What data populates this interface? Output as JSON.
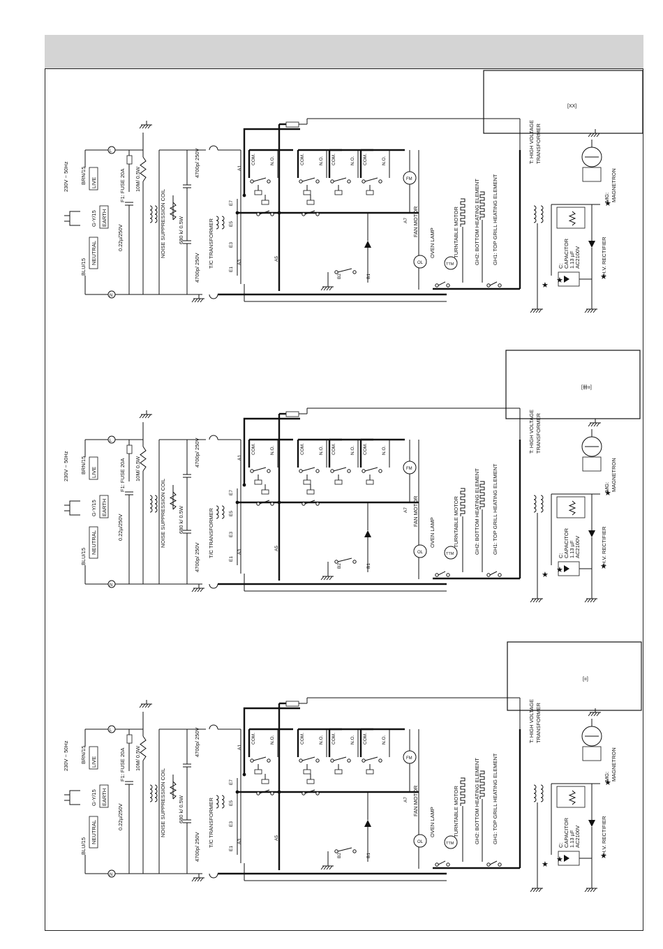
{
  "header": {
    "title": ""
  },
  "legends": [
    {
      "symbol": "[XX]"
    },
    {
      "symbol": "[卌ıı]"
    },
    {
      "symbol": "[ıı]"
    }
  ],
  "diagram": {
    "supply": "230V ~ 50Hz",
    "wire_brown": "BRN/15",
    "wire_blue": "BLU/15",
    "wire_earth": "G-Y/15",
    "live": "LIVE",
    "neutral": "NEUTRAL",
    "earth": "EARTH",
    "terminal_l": "L",
    "terminal_n": "N",
    "fuse": "F1: FUSE 20A",
    "resistor": "10M/ 0.5W",
    "cap_x": "0.22µ/250V",
    "noise_coil": "NOISE SUPPRESSION COIL",
    "resistor2": "680 k/ 0.5W",
    "cap_y1": "4700p/ 250V",
    "cap_y2": "4700p/ 250V",
    "tc_transformer": "T/C TRANSFORMER",
    "com": "COM.",
    "no": "N.O.",
    "a1": "A1",
    "a3": "A3",
    "a5": "A5",
    "a7": "A7",
    "e1": "E1",
    "e3": "E3",
    "e5": "E5",
    "e7": "E7",
    "b1": "B1",
    "b2": "B2",
    "fan_motor": "FAN MOTOR",
    "fm": "FM",
    "oven_lamp": "OVEN LAMP",
    "ol": "OL",
    "turntable_motor": "TURNTABLE MOTOR",
    "ttm": "TTM",
    "gh2": "GH2: BOTTOM HEATING ELEMENT",
    "gh1": "GH1: TOP GRILL HEATING ELEMENT",
    "hv_transformer_1": "T: HIGH VOLTAGE",
    "hv_transformer_2": "TRANSFORMER",
    "magnetron_1": "MG:",
    "magnetron_2": "MAGNETRON",
    "capacitor_1": "C:",
    "capacitor_2": "CAPACITOR",
    "capacitor_3": "1.13 µF",
    "capacitor_4": "AC2100V",
    "rectifier": "H.V. RECTIFIER",
    "star": "★"
  }
}
